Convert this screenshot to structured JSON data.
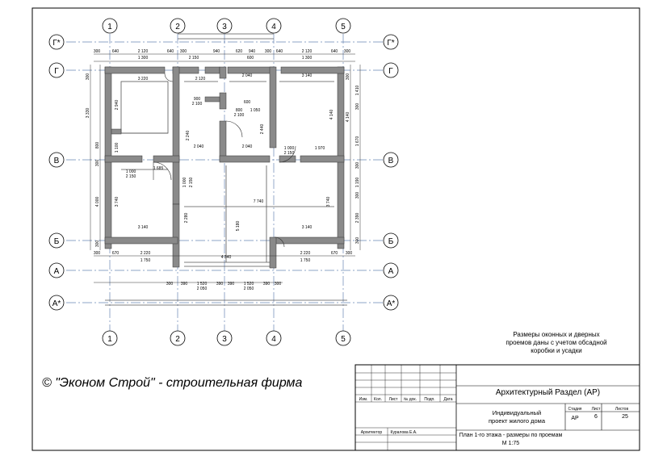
{
  "axes": {
    "columns": [
      "1",
      "2",
      "3",
      "4",
      "5"
    ],
    "rows": [
      "Г*",
      "Г",
      "В",
      "Б",
      "А",
      "А*"
    ]
  },
  "dimensions": {
    "top_outer": [
      "300",
      "640",
      "2 120",
      "640",
      "300",
      "940",
      "620",
      "940",
      "300",
      "640",
      "2 120",
      "640",
      "300"
    ],
    "top_inner": [
      "1 300",
      "2 150",
      "600",
      "1 300"
    ],
    "left": [
      "300",
      "3 330",
      "800",
      "300",
      "4 000",
      "300"
    ],
    "right": [
      "300",
      "1 410",
      "300",
      "4 140",
      "1 670",
      "300",
      "1 190",
      "300",
      "2 390",
      "300"
    ],
    "bottom_a": [
      "300",
      "670",
      "2 220",
      "4 340",
      "2 220",
      "670",
      "300"
    ],
    "bottom_a_sub": [
      "1 750",
      "1 750"
    ],
    "bottom_astar": [
      "300",
      "390",
      "1 520",
      "390",
      "390",
      "1 520",
      "390",
      "300"
    ],
    "bottom_astar_sub": [
      "2 050",
      "2 050"
    ],
    "interior": [
      "3 220",
      "2 120",
      "2 040",
      "3 140",
      "2 940",
      "2 040",
      "2 040",
      "1 970",
      "3 140",
      "3 140",
      "5 180",
      "7 740",
      "2 280",
      "2 240",
      "2 440",
      "4 140",
      "3 740",
      "3 740",
      "1 685",
      "1 100"
    ],
    "openings": [
      "900",
      "2 100",
      "800",
      "2 100",
      "1 000",
      "2 150",
      "1 000",
      "2 150",
      "1 000",
      "2 150",
      "600",
      "1 050"
    ]
  },
  "note": "Размеры оконных и дверных проемов даны с учетом обсадной коробки и усадки",
  "copyright": "© \"Эконом Строй\" - строительная фирма",
  "title_block": {
    "headers": [
      "Изм.",
      "Кол.",
      "Лист",
      "№ док.",
      "Подп.",
      "Дата"
    ],
    "role": "Архитектор",
    "person": "Куралова Е.А.",
    "section": "Архитектурный Раздел (АР)",
    "project": "Индивидуальный проект жилого дома",
    "sheet_title": "План 1-го этажа - размеры по проемам",
    "scale": "М 1:75",
    "col_headers": [
      "Стадия",
      "Лист",
      "Листов"
    ],
    "stage": "АР",
    "sheet_no": "6",
    "sheets_total": "25"
  }
}
